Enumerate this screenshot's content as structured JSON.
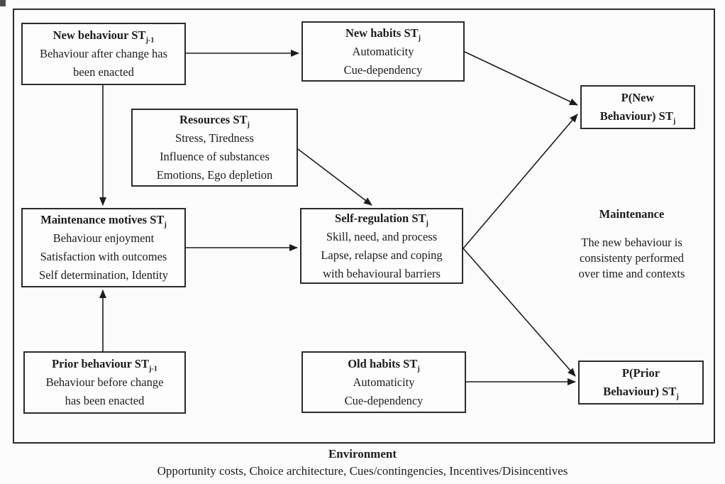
{
  "figure": {
    "background_color": "#fcfcfc",
    "ink_color": "#1c1c1c"
  },
  "boxes": {
    "new_behaviour": {
      "title": "New behaviour ST",
      "sub": "j-1",
      "lines": [
        "Behaviour after change has",
        "been enacted"
      ]
    },
    "new_habits": {
      "title": "New habits ST",
      "sub": "j",
      "lines": [
        "Automaticity",
        "Cue-dependency"
      ]
    },
    "resources": {
      "title": "Resources ST",
      "sub": "j",
      "lines": [
        "Stress, Tiredness",
        "Influence of substances",
        "Emotions, Ego depletion"
      ]
    },
    "maintenance_motives": {
      "title": "Maintenance motives ST",
      "sub": "j",
      "lines": [
        "Behaviour enjoyment",
        "Satisfaction with outcomes",
        "Self determination, Identity"
      ]
    },
    "self_regulation": {
      "title": "Self-regulation ST",
      "sub": "j",
      "lines": [
        "Skill, need, and process",
        "Lapse, relapse and coping",
        "with behavioural barriers"
      ]
    },
    "prior_behaviour": {
      "title": "Prior behaviour ST",
      "sub": "j-1",
      "lines": [
        "Behaviour before change",
        "has been enacted"
      ]
    },
    "old_habits": {
      "title": "Old habits ST",
      "sub": "j",
      "lines": [
        "Automaticity",
        "Cue-dependency"
      ]
    },
    "p_new": {
      "line1": "P(New",
      "line2": "Behaviour) ST",
      "sub": "j"
    },
    "p_prior": {
      "line1": "P(Prior",
      "line2": "Behaviour) ST",
      "sub": "j"
    }
  },
  "maintenance_note": {
    "title": "Maintenance",
    "lines": [
      "The new behaviour is",
      "consistenty performed",
      "over time and contexts"
    ]
  },
  "environment": {
    "title": "Environment",
    "body": "Opportunity costs, Choice architecture, Cues/contingencies, Incentives/Disincentives"
  }
}
